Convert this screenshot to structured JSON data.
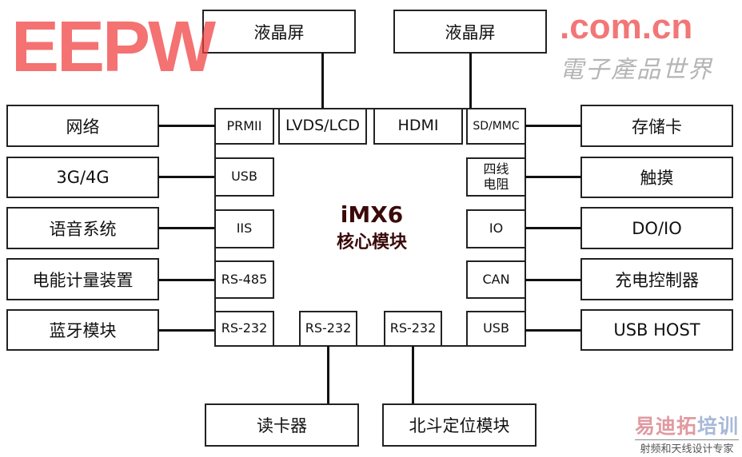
{
  "core": {
    "title": "iMX6",
    "subtitle": "核心模块"
  },
  "top": [
    "液晶屏",
    "液晶屏"
  ],
  "bottom": [
    "读卡器",
    "北斗定位模块"
  ],
  "left": [
    "网络",
    "3G/4G",
    "语音系统",
    "电能计量装置",
    "蓝牙模块"
  ],
  "right": [
    "存储卡",
    "触摸",
    "DO/IO",
    "充电控制器",
    "USB HOST"
  ],
  "inner_top": [
    "PRMII",
    "LVDS/LCD",
    "HDMI",
    "SD/MMC"
  ],
  "inner_left": [
    "USB",
    "IIS",
    "RS-485",
    "RS-232"
  ],
  "inner_right": [
    "四线电阻",
    "IO",
    "CAN",
    "USB"
  ],
  "inner_bottom": [
    "RS-232",
    "RS-232"
  ],
  "watermark": {
    "brand": "EEPW",
    "domain": ".com.cn",
    "cn": "電子產品世界"
  },
  "logo": {
    "part1": "易迪拓",
    "part2": "培训",
    "tagline": "射频和天线设计专家"
  }
}
